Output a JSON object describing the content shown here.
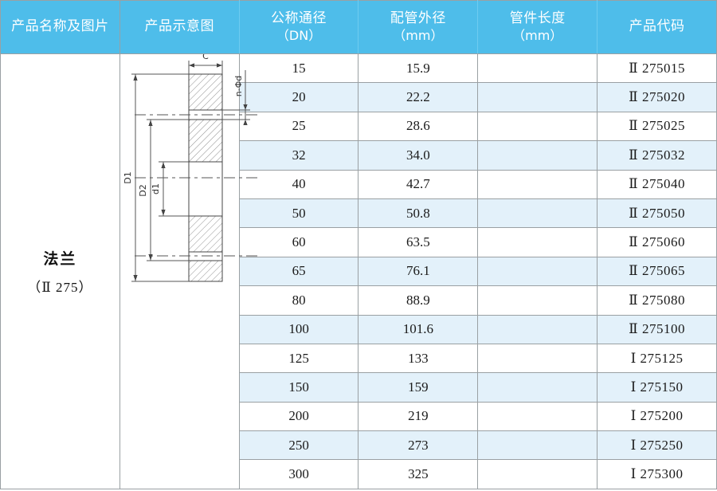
{
  "table": {
    "columns": [
      {
        "id": "name",
        "line1": "产品名称及图片",
        "line2": ""
      },
      {
        "id": "diagram",
        "line1": "产品示意图",
        "line2": ""
      },
      {
        "id": "dn",
        "line1": "公称通径",
        "line2": "（DN）"
      },
      {
        "id": "od",
        "line1": "配管外径",
        "line2": "（mm）"
      },
      {
        "id": "length",
        "line1": "管件长度",
        "line2": "（mm）"
      },
      {
        "id": "code",
        "line1": "产品代码",
        "line2": ""
      }
    ],
    "product": {
      "name": "法兰",
      "code": "（Ⅱ 275）"
    },
    "rows": [
      {
        "dn": "15",
        "od": "15.9",
        "len": "",
        "code": "Ⅱ 275015"
      },
      {
        "dn": "20",
        "od": "22.2",
        "len": "",
        "code": "Ⅱ 275020"
      },
      {
        "dn": "25",
        "od": "28.6",
        "len": "",
        "code": "Ⅱ 275025"
      },
      {
        "dn": "32",
        "od": "34.0",
        "len": "",
        "code": "Ⅱ 275032"
      },
      {
        "dn": "40",
        "od": "42.7",
        "len": "",
        "code": "Ⅱ 275040"
      },
      {
        "dn": "50",
        "od": "50.8",
        "len": "",
        "code": "Ⅱ 275050"
      },
      {
        "dn": "60",
        "od": "63.5",
        "len": "",
        "code": "Ⅱ 275060"
      },
      {
        "dn": "65",
        "od": "76.1",
        "len": "",
        "code": "Ⅱ 275065"
      },
      {
        "dn": "80",
        "od": "88.9",
        "len": "",
        "code": "Ⅱ 275080"
      },
      {
        "dn": "100",
        "od": "101.6",
        "len": "",
        "code": "Ⅱ 275100"
      },
      {
        "dn": "125",
        "od": "133",
        "len": "",
        "code": "Ⅰ 275125"
      },
      {
        "dn": "150",
        "od": "159",
        "len": "",
        "code": "Ⅰ 275150"
      },
      {
        "dn": "200",
        "od": "219",
        "len": "",
        "code": "Ⅰ 275200"
      },
      {
        "dn": "250",
        "od": "273",
        "len": "",
        "code": "Ⅰ 275250"
      },
      {
        "dn": "300",
        "od": "325",
        "len": "",
        "code": "Ⅰ 275300"
      }
    ]
  },
  "diagram": {
    "title": "flange-cross-section",
    "labels": {
      "c": "C",
      "d1": "d1",
      "D1": "D1",
      "D2": "D2",
      "holes": "n-Φd"
    }
  },
  "colors": {
    "header_bg": "#4ebdea",
    "header_text": "#ffffff",
    "row_alt_bg": "#e3f1fa",
    "row_bg": "#ffffff",
    "grid_line": "#9aa0a3",
    "text": "#1a1a1a",
    "drawing_line": "#555555"
  }
}
